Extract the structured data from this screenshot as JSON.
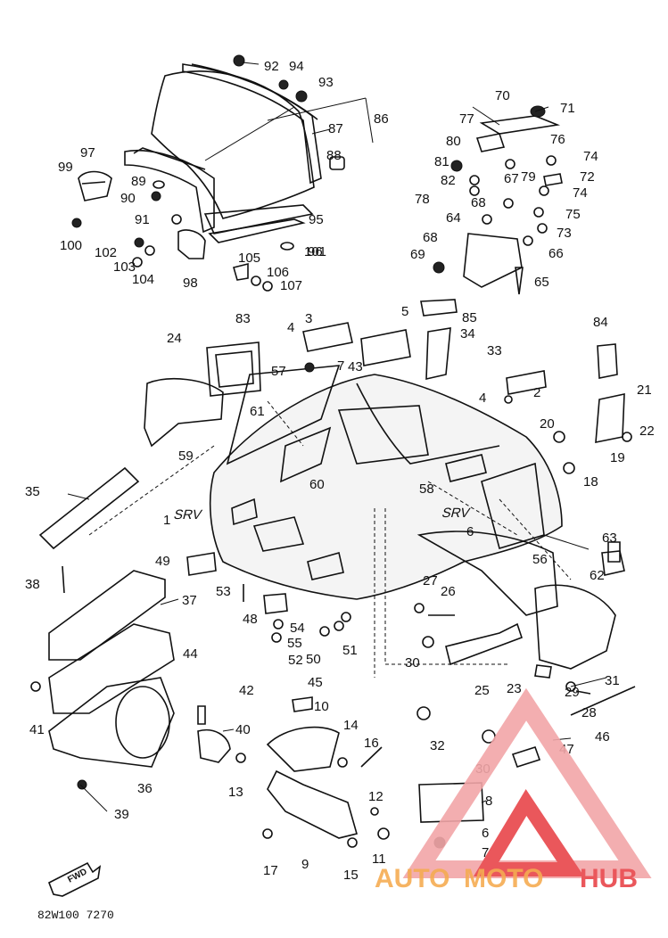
{
  "diagram": {
    "drawing_code": "82W100 7270",
    "fwd_label": "FWD",
    "callouts": [
      "1",
      "2",
      "3",
      "4",
      "4",
      "5",
      "6",
      "6",
      "7",
      "7",
      "8",
      "9",
      "10",
      "11",
      "12",
      "13",
      "14",
      "15",
      "16",
      "17",
      "18",
      "19",
      "20",
      "21",
      "22",
      "23",
      "24",
      "25",
      "26",
      "27",
      "28",
      "29",
      "30",
      "30",
      "31",
      "32",
      "33",
      "34",
      "35",
      "36",
      "37",
      "38",
      "39",
      "40",
      "41",
      "42",
      "43",
      "44",
      "45",
      "46",
      "47",
      "48",
      "49",
      "50",
      "51",
      "52",
      "53",
      "54",
      "55",
      "56",
      "57",
      "58",
      "59",
      "60",
      "61",
      "62",
      "63",
      "64",
      "65",
      "66",
      "67",
      "68",
      "68",
      "69",
      "70",
      "71",
      "72",
      "73",
      "74",
      "74",
      "75",
      "76",
      "77",
      "78",
      "79",
      "80",
      "81",
      "82",
      "83",
      "84",
      "85",
      "86",
      "87",
      "88",
      "89",
      "90",
      "91",
      "92",
      "93",
      "94",
      "95",
      "96",
      "97",
      "98",
      "99",
      "100",
      "101",
      "102",
      "103",
      "104",
      "105",
      "106",
      "107"
    ],
    "decal_text": [
      "SRV",
      "SRV"
    ]
  },
  "watermark": {
    "text_a": "AUTO",
    "text_b": "MOTO",
    "text_c": "HUB",
    "colors": {
      "orange": "#f4a340",
      "red": "#e8454a",
      "pink": "#f2a6a8"
    }
  }
}
